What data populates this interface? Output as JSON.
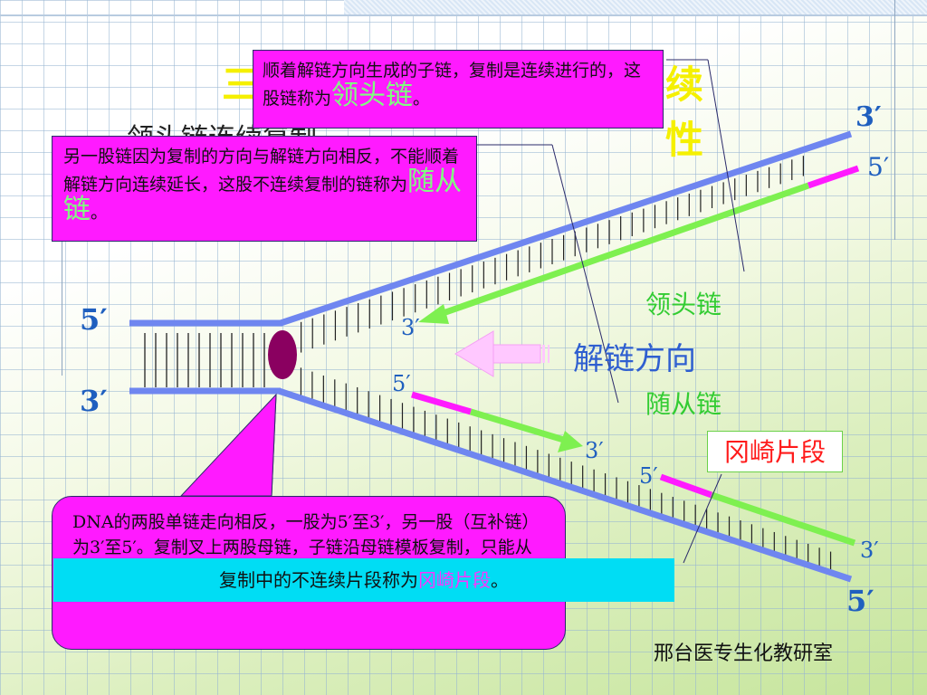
{
  "title": {
    "head": "三",
    "tail": "续性"
  },
  "subtitle": "领头链连续复制",
  "callouts": {
    "leading": {
      "text": "顺着解链方向生成的子链，复制是连续进行的，这股链称为",
      "highlight": "领头链",
      "end": "。"
    },
    "lagging": {
      "text": "另一股链因为复制的方向与解链方向相反，不能顺着解链方向连续延长，这股不连续复制的链称为",
      "highlight": "随从链",
      "end": "。"
    },
    "dna": {
      "text": "DNA的两股单链走向相反，一股为5′至3′，另一股（互补链）为3′至5′。复制叉上两股母链，子链沿母链模板复制，只能从5′向3′延伸。同一个复制叉上只能有一个解链方向。"
    },
    "okazaki_note": {
      "text": "复制中的不连续片段称为",
      "highlight": "冈崎片段",
      "end": "。"
    }
  },
  "labels": {
    "leading_strand": "领头链",
    "unwinding_direction": "解链方向",
    "lagging_strand": "随从链",
    "okazaki_fragment": "冈崎片段"
  },
  "primes": {
    "left_top": "5′",
    "left_bottom": "3′",
    "upper_end": "3′",
    "upper_daughter_end": "5′",
    "upper_daughter_tip": "3′",
    "lower_frag1_start": "5′",
    "lower_frag1_end": "3′",
    "lower_frag2_start": "5′",
    "lower_frag2_end": "3′",
    "lower_end": "5′"
  },
  "footer": "邢台医专生化教研室",
  "colors": {
    "parent_strand": "#6f86f0",
    "daughter_strand": "#7ef050",
    "primer": "#ff1aff",
    "callout_bg": "#ff1aff",
    "title": "#f5f000",
    "helicase": "#8a0060",
    "note_bg": "#00ddf4"
  }
}
